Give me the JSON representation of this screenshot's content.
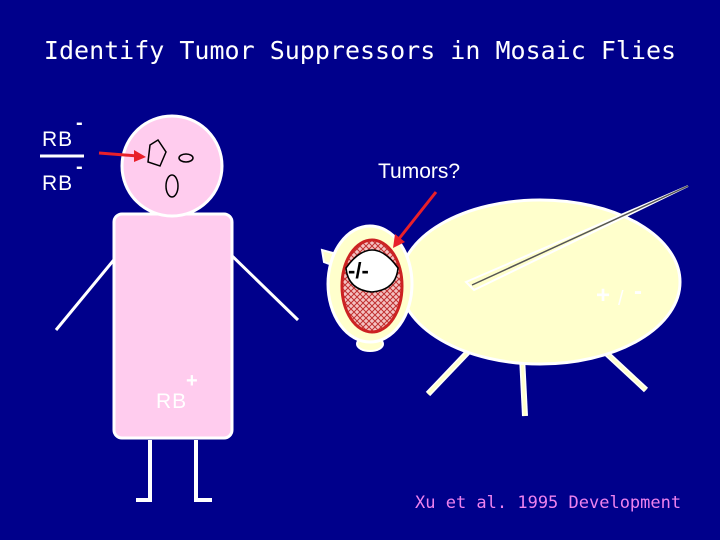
{
  "title": "Identify Tumor Suppressors in Mosaic Flies",
  "person": {
    "head_genotype": {
      "top": "RB",
      "top_sup": "-",
      "bottom": "RB",
      "bottom_sup": "-"
    },
    "body_genotype": {
      "label": "RB",
      "sup": "+"
    }
  },
  "fly": {
    "annotation": "Tumors?",
    "eye_genotype": "-/-",
    "body_genotype": {
      "plus": "+",
      "slash": "/",
      "minus": "-"
    }
  },
  "citation": "Xu et al. 1995 Development",
  "colors": {
    "background": "#00008b",
    "person_fill": "#ffccee",
    "fly_fill": "#ffffcc",
    "arrow": "#e8202a",
    "citation": "#ee82ee"
  }
}
